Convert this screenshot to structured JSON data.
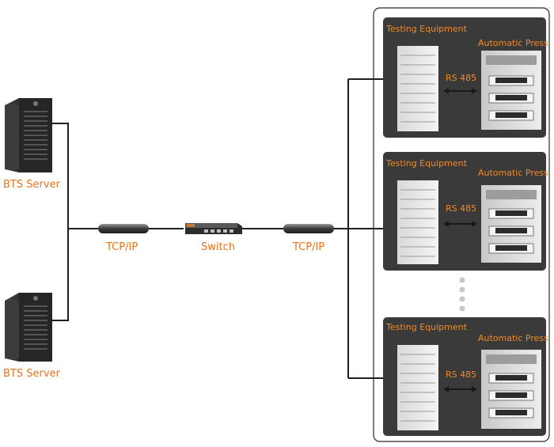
{
  "servers": [
    {
      "label": "BTS Server"
    },
    {
      "label": "BTS Server"
    }
  ],
  "links": {
    "left": "TCP/IP",
    "right": "TCP/IP"
  },
  "switch": {
    "label": "Switch"
  },
  "panels": [
    {
      "testing": "Testing Equipment",
      "press": "Automatic Press",
      "protocol": "RS 485"
    },
    {
      "testing": "Testing Equipment",
      "press": "Automatic Press",
      "protocol": "RS 485"
    },
    {
      "testing": "Testing Equipment",
      "press": "Automatic Press",
      "protocol": "RS 485"
    }
  ],
  "colors": {
    "label_orange": "#e8731c",
    "panel_bg": "#3a3a3a",
    "line": "#2a2a2a"
  }
}
